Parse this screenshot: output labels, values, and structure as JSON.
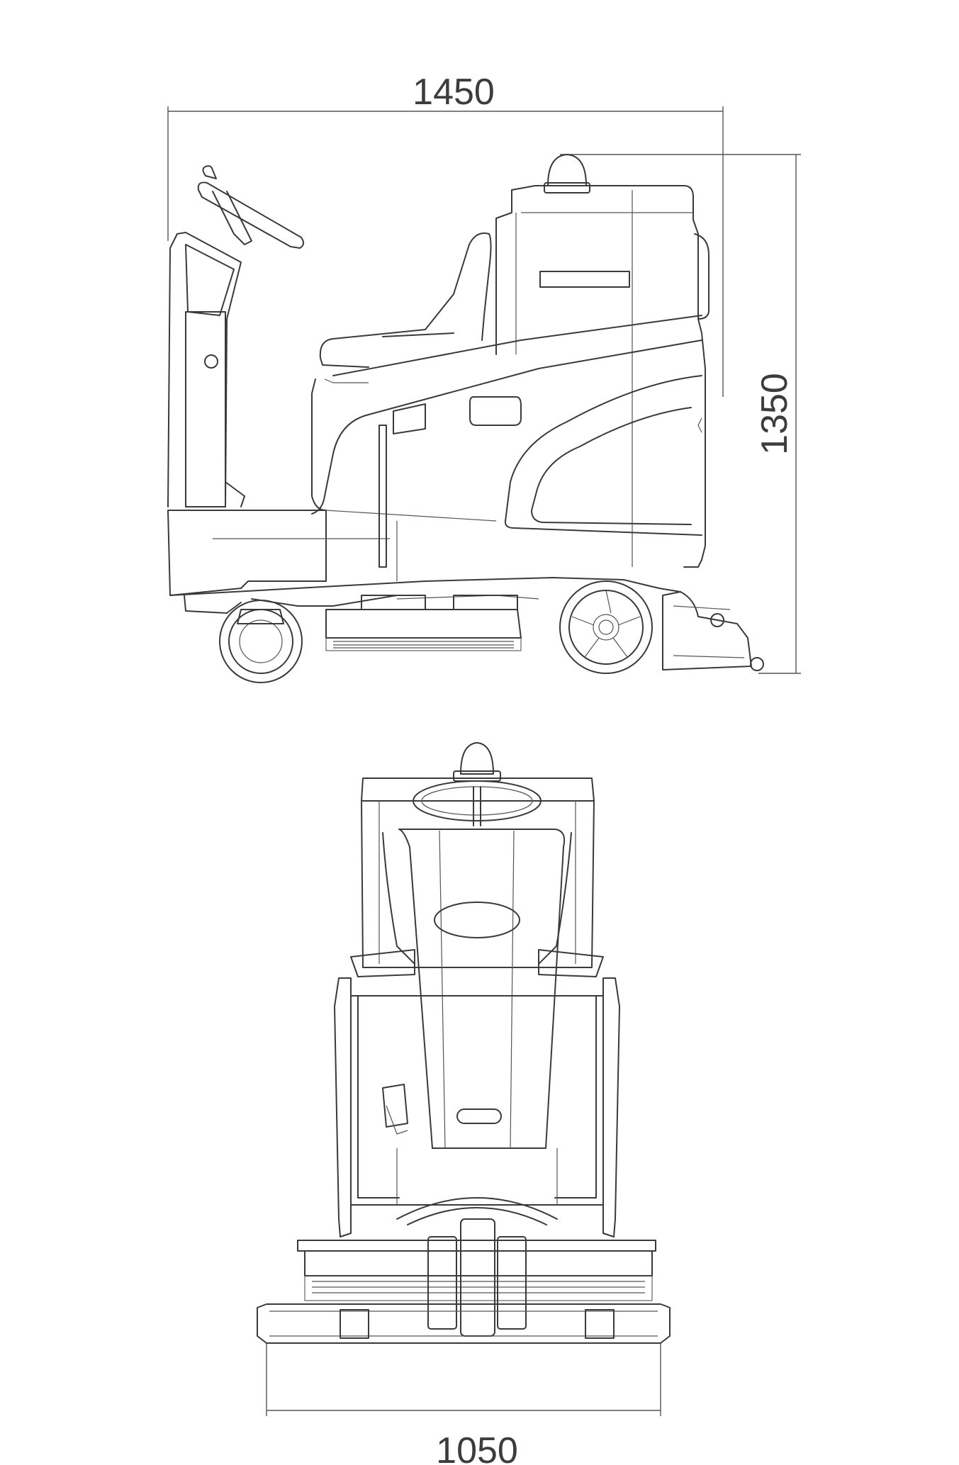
{
  "dimensions": {
    "side_length": "1450",
    "side_height": "1350",
    "front_width": "1050"
  },
  "colors": {
    "line": "#3a3a3a",
    "text": "#3c3c3c",
    "background": "#ffffff"
  }
}
